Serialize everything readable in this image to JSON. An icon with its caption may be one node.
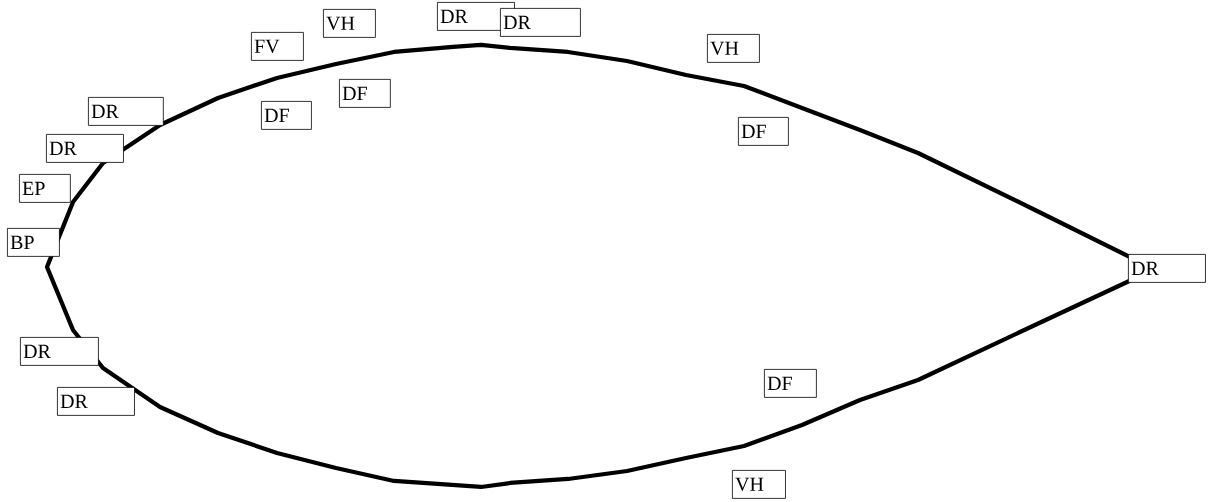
{
  "diagram": {
    "nodes": [
      {
        "text": [
          "VH"
        ]
      },
      {
        "text": [
          "DR"
        ]
      },
      {
        "text": [
          "DR"
        ]
      },
      {
        "text": [
          "FV"
        ]
      },
      {
        "text": [
          "VH"
        ]
      },
      {
        "text": [
          "DF"
        ]
      },
      {
        "text": [
          "DR"
        ]
      },
      {
        "text": [
          "DF"
        ]
      },
      {
        "text": [
          "DF"
        ]
      },
      {
        "text": [
          "DR"
        ]
      },
      {
        "text": [
          "EP"
        ]
      },
      {
        "text": [
          "BP"
        ]
      },
      {
        "text": [
          "DR"
        ]
      },
      {
        "text": [
          "DR"
        ]
      },
      {
        "text": [
          "DR"
        ]
      },
      {
        "text": [
          "DF"
        ]
      },
      {
        "text": [
          "VH"
        ]
      }
    ]
  }
}
